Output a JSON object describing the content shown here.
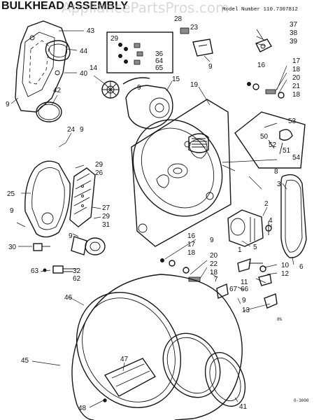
{
  "header": {
    "title": "BULKHEAD ASSEMBLY",
    "model_label": "Model Number 110.7307812",
    "watermark": "AppliancePartsPros.com"
  },
  "footer": {
    "page_code": "8%",
    "diagram_code": "0-3000"
  },
  "callouts": [
    {
      "id": "43",
      "label": "43"
    },
    {
      "id": "44",
      "label": "44"
    },
    {
      "id": "40",
      "label": "40"
    },
    {
      "id": "42",
      "label": "42"
    },
    {
      "id": "9a",
      "label": "9"
    },
    {
      "id": "14",
      "label": "14"
    },
    {
      "id": "29a",
      "label": "29"
    },
    {
      "id": "36",
      "label": "36"
    },
    {
      "id": "64",
      "label": "64"
    },
    {
      "id": "65",
      "label": "65"
    },
    {
      "id": "15",
      "label": "15"
    },
    {
      "id": "9b",
      "label": "9"
    },
    {
      "id": "28",
      "label": "28"
    },
    {
      "id": "23",
      "label": "23"
    },
    {
      "id": "9c",
      "label": "9"
    },
    {
      "id": "19",
      "label": "19"
    },
    {
      "id": "37",
      "label": "37"
    },
    {
      "id": "38",
      "label": "38"
    },
    {
      "id": "39",
      "label": "39"
    },
    {
      "id": "16a",
      "label": "16"
    },
    {
      "id": "17a",
      "label": "17"
    },
    {
      "id": "18a",
      "label": "18"
    },
    {
      "id": "20a",
      "label": "20"
    },
    {
      "id": "21",
      "label": "21"
    },
    {
      "id": "18b",
      "label": "18"
    },
    {
      "id": "53",
      "label": "53"
    },
    {
      "id": "50",
      "label": "50"
    },
    {
      "id": "52",
      "label": "52"
    },
    {
      "id": "51",
      "label": "51"
    },
    {
      "id": "54",
      "label": "54"
    },
    {
      "id": "24",
      "label": "24"
    },
    {
      "id": "9d",
      "label": "9"
    },
    {
      "id": "29b",
      "label": "29"
    },
    {
      "id": "26",
      "label": "26"
    },
    {
      "id": "25",
      "label": "25"
    },
    {
      "id": "27",
      "label": "27"
    },
    {
      "id": "29c",
      "label": "29"
    },
    {
      "id": "31",
      "label": "31"
    },
    {
      "id": "9e",
      "label": "9"
    },
    {
      "id": "8",
      "label": "8"
    },
    {
      "id": "3",
      "label": "3"
    },
    {
      "id": "2",
      "label": "2"
    },
    {
      "id": "1",
      "label": "1"
    },
    {
      "id": "4",
      "label": "4"
    },
    {
      "id": "5",
      "label": "5"
    },
    {
      "id": "30",
      "label": "30"
    },
    {
      "id": "9f",
      "label": "9"
    },
    {
      "id": "63",
      "label": "63"
    },
    {
      "id": "32",
      "label": "32"
    },
    {
      "id": "62",
      "label": "62"
    },
    {
      "id": "16b",
      "label": "16"
    },
    {
      "id": "17b",
      "label": "17"
    },
    {
      "id": "18c",
      "label": "18"
    },
    {
      "id": "9g",
      "label": "9"
    },
    {
      "id": "20b",
      "label": "20"
    },
    {
      "id": "22",
      "label": "22"
    },
    {
      "id": "18d",
      "label": "18"
    },
    {
      "id": "7",
      "label": "7"
    },
    {
      "id": "67",
      "label": "67"
    },
    {
      "id": "66",
      "label": "66"
    },
    {
      "id": "9h",
      "label": "9"
    },
    {
      "id": "11",
      "label": "11"
    },
    {
      "id": "10",
      "label": "10"
    },
    {
      "id": "12",
      "label": "12"
    },
    {
      "id": "6",
      "label": "6"
    },
    {
      "id": "13",
      "label": "13"
    },
    {
      "id": "46",
      "label": "46"
    },
    {
      "id": "45",
      "label": "45"
    },
    {
      "id": "47",
      "label": "47"
    },
    {
      "id": "48",
      "label": "48"
    },
    {
      "id": "41",
      "label": "41"
    }
  ]
}
